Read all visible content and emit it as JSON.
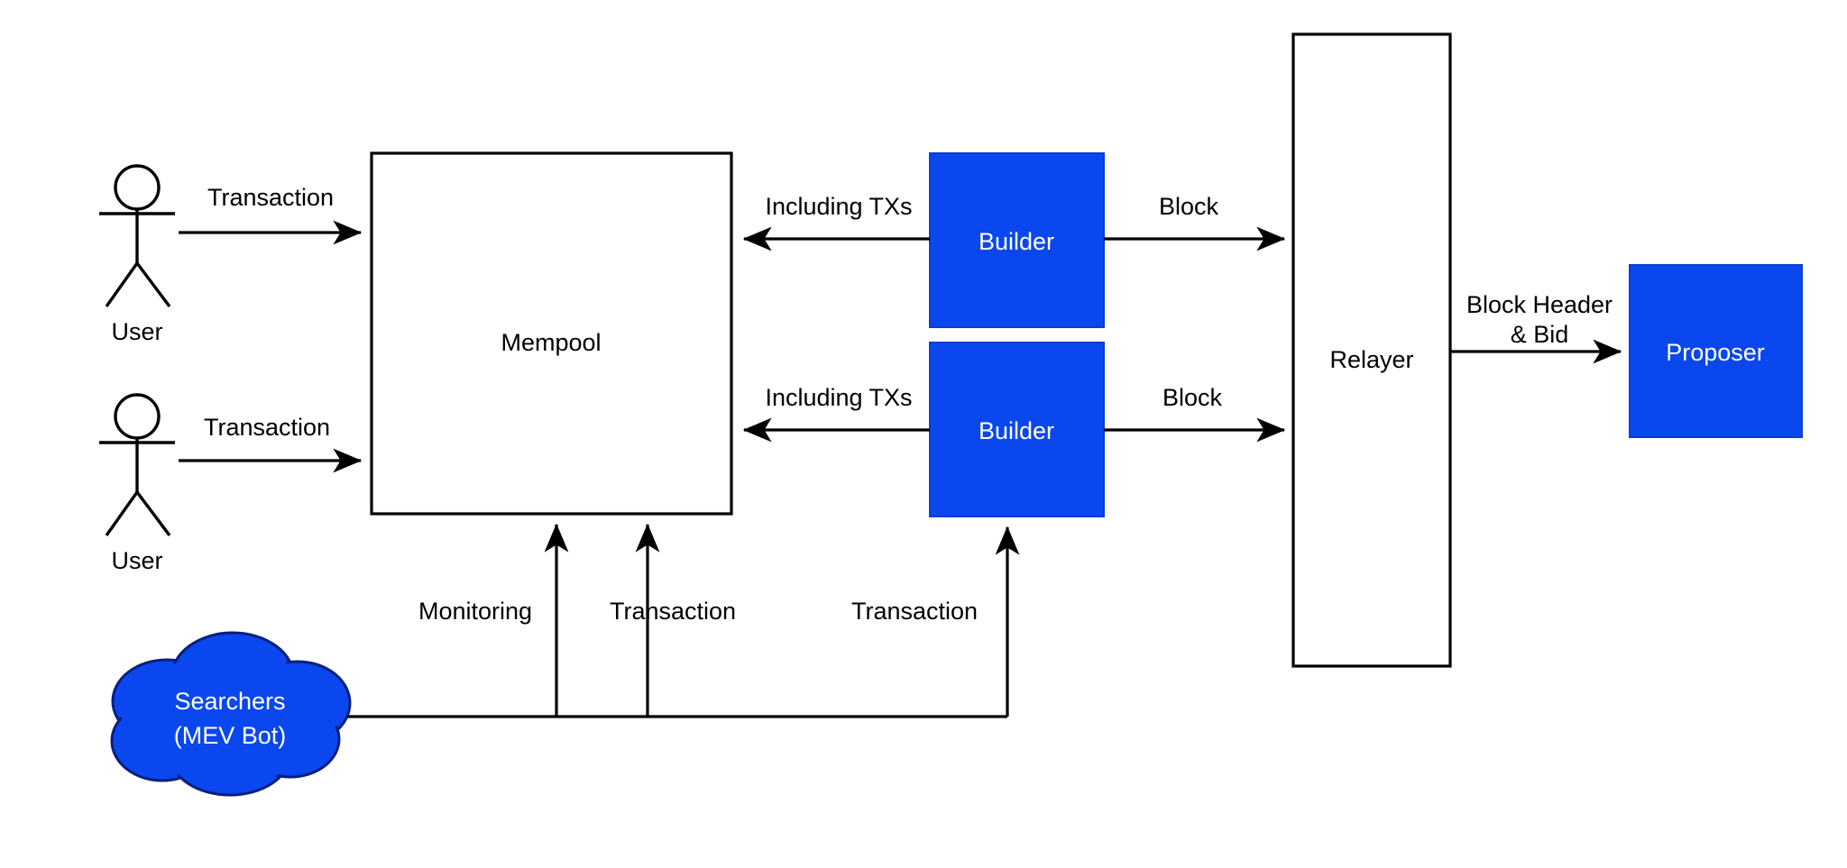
{
  "diagram": {
    "title": "MEV-Boost / Proposer-Builder Separation flow",
    "background_color": "#ffffff",
    "accent_color": "#0a47ee",
    "line_color": "#000000",
    "nodes": {
      "user_top": {
        "label": "User",
        "shape": "actor"
      },
      "user_bottom": {
        "label": "User",
        "shape": "actor"
      },
      "mempool": {
        "label": "Mempool",
        "shape": "rectangle",
        "fill": "#ffffff"
      },
      "builder_top": {
        "label": "Builder",
        "shape": "rectangle",
        "fill": "#0a47ee"
      },
      "builder_bottom": {
        "label": "Builder",
        "shape": "rectangle",
        "fill": "#0a47ee"
      },
      "relayer": {
        "label": "Relayer",
        "shape": "rectangle",
        "fill": "#ffffff"
      },
      "proposer": {
        "label": "Proposer",
        "shape": "rectangle",
        "fill": "#0a47ee"
      },
      "searchers": {
        "label_line1": "Searchers",
        "label_line2": "(MEV Bot)",
        "shape": "cloud",
        "fill": "#0a47ee"
      }
    },
    "edges": {
      "user_top_to_mempool": {
        "label": "Transaction"
      },
      "user_bottom_to_mempool": {
        "label": "Transaction"
      },
      "builder_top_to_mempool": {
        "label": "Including TXs"
      },
      "builder_bottom_to_mempool": {
        "label": "Including TXs"
      },
      "builder_top_to_relayer": {
        "label": "Block"
      },
      "builder_bottom_to_relayer": {
        "label": "Block"
      },
      "relayer_to_proposer": {
        "label_line1": "Block Header",
        "label_line2": "& Bid"
      },
      "searchers_monitoring": {
        "label": "Monitoring"
      },
      "searchers_transaction_mempool": {
        "label": "Transaction"
      },
      "searchers_transaction_builder": {
        "label": "Transaction"
      }
    }
  }
}
